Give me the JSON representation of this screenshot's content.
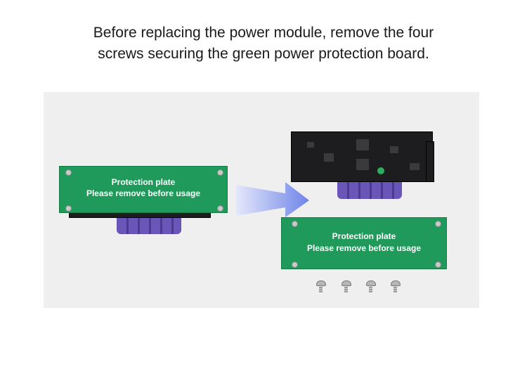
{
  "caption": {
    "line1": "Before replacing the power module, remove the four",
    "line2": "screws securing the green power protection board."
  },
  "left_board": {
    "line1": "Protection plate",
    "line2": "Please remove before usage"
  },
  "right_board": {
    "line1": "Protection plate",
    "line2": "Please remove before usage"
  },
  "colors": {
    "pcb_green": "#1f9a5a",
    "heatsink_purple": "#6a55b8",
    "arrow_blue": "#6f84e8"
  },
  "screw_count": 4
}
